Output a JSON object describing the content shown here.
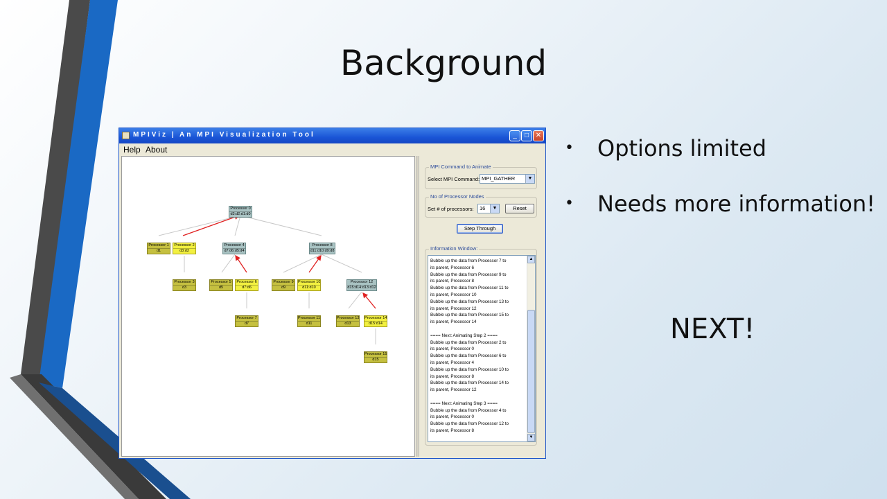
{
  "slide": {
    "title": "Background",
    "bullets": [
      "Options limited",
      "Needs more information!"
    ],
    "next_label": "NEXT!"
  },
  "window": {
    "title": "MPIViz | An MPI Visualization Tool",
    "menu": [
      "Help",
      "About"
    ],
    "buttons": {
      "minimize": "_",
      "maximize": "□",
      "close": "✕"
    }
  },
  "tree": {
    "nodes": [
      {
        "id": "p0",
        "label": "Processor 0",
        "data": "d3:d2:d1:d0",
        "style": "gray"
      },
      {
        "id": "p1",
        "label": "Processor 1",
        "data": "d1",
        "style": "olive"
      },
      {
        "id": "p2",
        "label": "Processor 2",
        "data": "d3:d2",
        "style": "yellow"
      },
      {
        "id": "p3",
        "label": "Processor 3",
        "data": "d3",
        "style": "olive"
      },
      {
        "id": "p4",
        "label": "Processor 4",
        "data": "d7:d6:d5:d4",
        "style": "gray"
      },
      {
        "id": "p5",
        "label": "Processor 5",
        "data": "d5",
        "style": "olive"
      },
      {
        "id": "p6",
        "label": "Processor 6",
        "data": "d7:d6",
        "style": "yellow"
      },
      {
        "id": "p7",
        "label": "Processor 7",
        "data": "d7",
        "style": "olive"
      },
      {
        "id": "p8",
        "label": "Processor 8",
        "data": "d11:d10:d9:d8",
        "style": "gray"
      },
      {
        "id": "p9",
        "label": "Processor 9",
        "data": "d9",
        "style": "olive"
      },
      {
        "id": "p10",
        "label": "Processor 10",
        "data": "d11:d10",
        "style": "yellow"
      },
      {
        "id": "p11",
        "label": "Processor 11",
        "data": "d11",
        "style": "olive"
      },
      {
        "id": "p12",
        "label": "Processor 12",
        "data": "d15:d14:d13:d12",
        "style": "gray"
      },
      {
        "id": "p13",
        "label": "Processor 13",
        "data": "d13",
        "style": "olive"
      },
      {
        "id": "p14",
        "label": "Processor 14",
        "data": "d15:d14",
        "style": "yellow"
      },
      {
        "id": "p15",
        "label": "Processor 15",
        "data": "d15",
        "style": "olive"
      }
    ]
  },
  "controls": {
    "command_group": "MPI Command to Animate",
    "command_label": "Select MPI Command:",
    "command_value": "MPI_GATHER",
    "nodes_group": "No of Processor Nodes",
    "nodes_label": "Set # of processors:",
    "nodes_value": "16",
    "reset": "Reset",
    "step": "Step Through",
    "info_group": "Information Window:"
  },
  "info_lines": [
    "Bubble up the data from Processor 7 to",
    "its parent, Processor 6",
    "Bubble up the data from Processor 9 to",
    "its parent, Processor 8",
    "Bubble up the data from Processor 11 to",
    "its parent, Processor 10",
    "Bubble up the data from Processor 13 to",
    "its parent, Processor 12",
    "Bubble up the data from Processor 15 to",
    "its parent, Processor 14",
    "",
    "==== Next: Animating Step 2 ====",
    "Bubble up the data from Processor 2 to",
    "its parent, Processor 0",
    "Bubble up the data from Processor 6 to",
    "its parent, Processor 4",
    "Bubble up the data from Processor 10 to",
    "its parent, Processor 8",
    "Bubble up the data from Processor 14 to",
    "its parent, Processor 12",
    "",
    "==== Next: Animating Step 3 ====",
    "Bubble up the data from Processor 4 to",
    "its parent, Processor 0",
    "Bubble up the data from Processor 12 to",
    "its parent, Processor 8"
  ]
}
